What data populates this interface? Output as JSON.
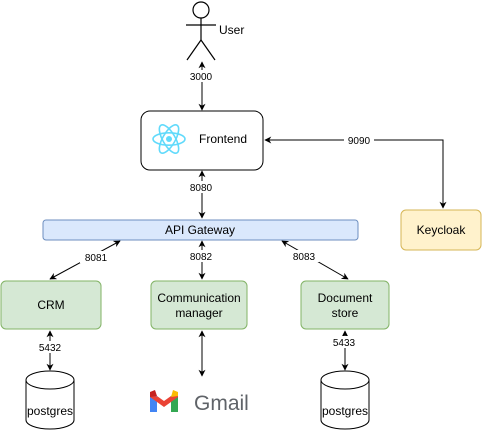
{
  "colors": {
    "green_fill": "#d5e8d4",
    "green_stroke": "#82b366",
    "blue_fill": "#dae8fc",
    "blue_stroke": "#6c8ebf",
    "yellow_fill": "#fff2cc",
    "yellow_stroke": "#d6b656",
    "react_cyan": "#61dafb",
    "gmail_red": "#ea4335",
    "gmail_blue": "#4285f4",
    "gmail_green": "#34a853",
    "gmail_yellow": "#fbbc04"
  },
  "nodes": {
    "user": {
      "label": "User",
      "icon": "actor-icon"
    },
    "frontend": {
      "label": "Frontend",
      "icon": "react-icon"
    },
    "gateway": {
      "label": "API Gateway"
    },
    "keycloak": {
      "label": "Keycloak"
    },
    "crm": {
      "label": "CRM"
    },
    "comm": {
      "line1": "Communication",
      "line2": "manager"
    },
    "docstore": {
      "line1": "Document",
      "line2": "store"
    },
    "db_crm": {
      "label": "postgres",
      "icon": "database-icon"
    },
    "db_doc": {
      "label": "postgres",
      "icon": "database-icon"
    },
    "gmail": {
      "label": "Gmail",
      "icon": "gmail-icon"
    }
  },
  "edges": {
    "user_frontend": {
      "port": "3000"
    },
    "frontend_keycloak": {
      "port": "9090"
    },
    "frontend_gateway": {
      "port": "8080"
    },
    "gateway_crm": {
      "port": "8081"
    },
    "gateway_comm": {
      "port": "8082"
    },
    "gateway_docstore": {
      "port": "8083"
    },
    "crm_db": {
      "port": "5432"
    },
    "docstore_db": {
      "port": "5433"
    }
  }
}
